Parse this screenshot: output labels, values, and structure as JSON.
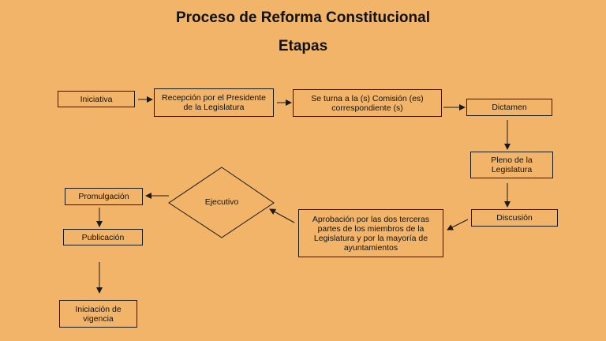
{
  "header": {
    "title": "Proceso de Reforma Constitucional",
    "subtitle": "Etapas"
  },
  "nodes": {
    "iniciativa": "Iniciativa",
    "recepcion": "Recepción por el Presidente de la Legislatura",
    "comision": "Se turna a la (s) Comisión (es) correspondiente (s)",
    "dictamen": "Dictamen",
    "pleno": "Pleno de la Legislatura",
    "discusion": "Discusión",
    "aprobacion": "Aprobación por las dos terceras partes de los miembros de la Legislatura y por la mayoría de ayuntamientos",
    "ejecutivo": "Ejecutivo",
    "promulgacion": "Promulgación",
    "publicacion": "Publicación",
    "vigencia": "Iniciación de vigencia"
  },
  "colors": {
    "background": "#F2B468",
    "stroke": "#1a1a1a"
  }
}
